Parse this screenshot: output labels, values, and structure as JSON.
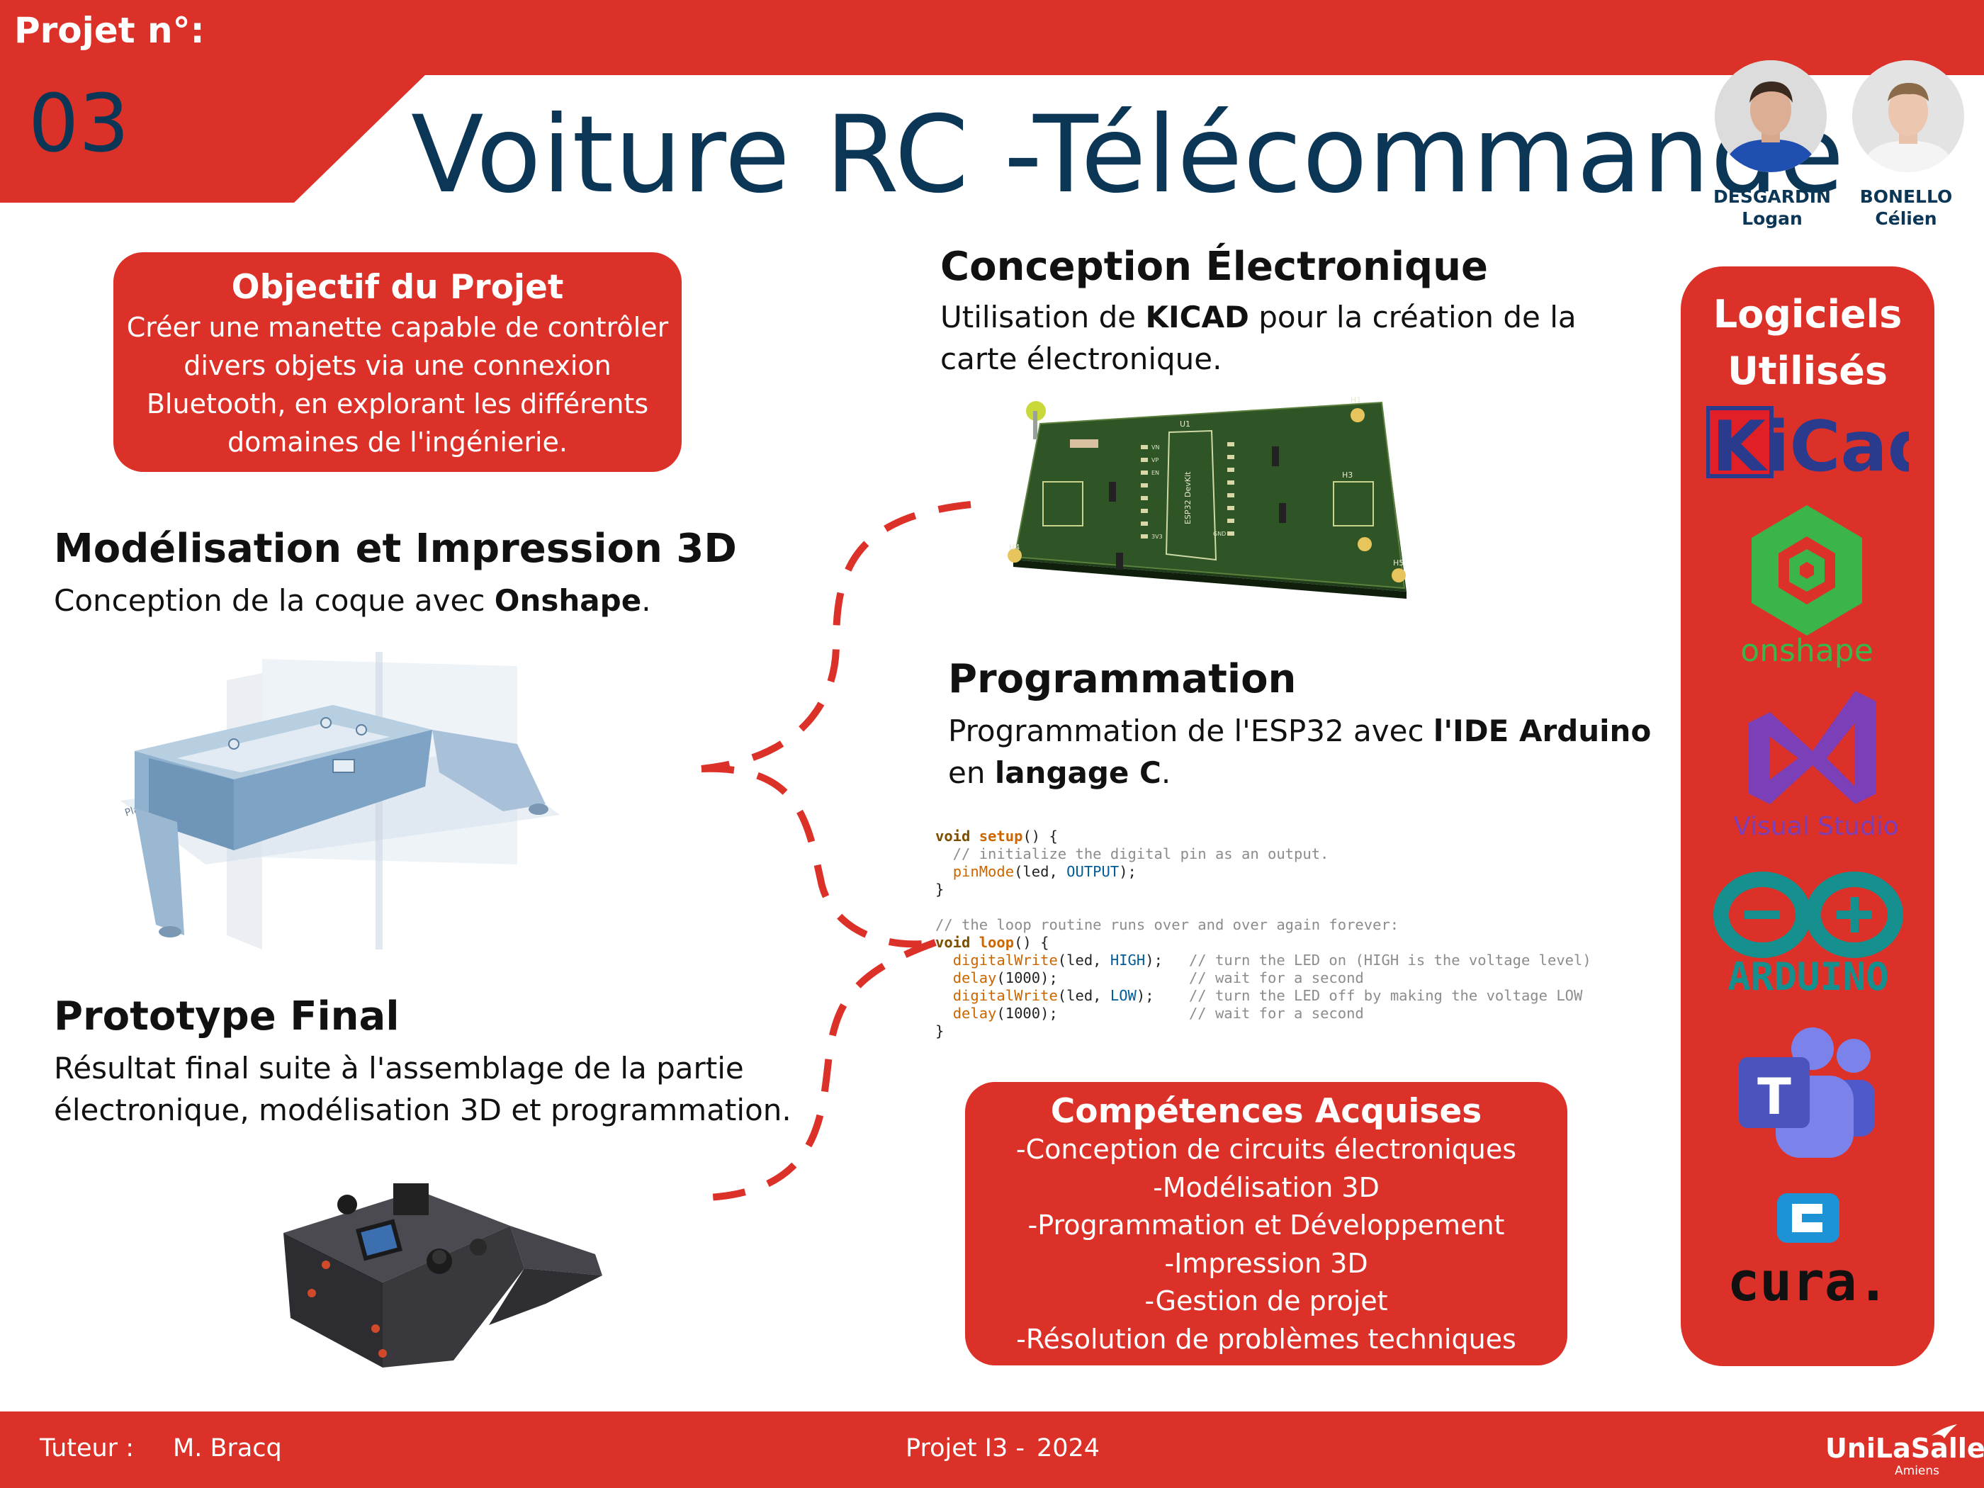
{
  "header": {
    "projet_label": "Projet n°:",
    "projet_number": "03",
    "title": "Voiture RC -Télécommande"
  },
  "team": [
    {
      "last_name": "DESGARDIN",
      "first_name": "Logan"
    },
    {
      "last_name": "BONELLO",
      "first_name": "Célien"
    }
  ],
  "objectif": {
    "title": "Objectif du Projet",
    "lines": [
      "Créer une manette capable de contrôler",
      "divers objets via une connexion",
      "Bluetooth, en explorant les différents",
      "domaines de l'ingénierie."
    ]
  },
  "modelisation": {
    "title": "Modélisation et Impression 3D",
    "text_prefix": "Conception de la coque avec ",
    "text_bold": "Onshape",
    "text_suffix": ".",
    "plane_label": "Plane 1"
  },
  "prototype": {
    "title": "Prototype Final",
    "line1": "Résultat final suite à l'assemblage de la partie",
    "line2": "électronique, modélisation 3D et programmation."
  },
  "electronique": {
    "title": "Conception Électronique",
    "line1_prefix": "Utilisation de ",
    "line1_bold": "KICAD",
    "line1_suffix": " pour la création de la",
    "line2": "carte électronique."
  },
  "programmation": {
    "title": "Programmation",
    "line1_prefix": "Programmation de l'ESP32 avec ",
    "line1_bold": "l'IDE Arduino",
    "line2_prefix": "en ",
    "line2_bold": "langage C",
    "line2_suffix": "."
  },
  "code": {
    "l1_kw": "void",
    "l1_fn": "setup",
    "l1_rest": "() {",
    "l2_cm": "  // initialize the digital pin as an output.",
    "l3_fn": "pinMode",
    "l3_a": "(led, ",
    "l3_c": "OUTPUT",
    "l3_b": ");",
    "l4": "}",
    "l6_cm": "// the loop routine runs over and over again forever:",
    "l7_kw": "void",
    "l7_fn": "loop",
    "l7_rest": "() {",
    "l8_fn": "digitalWrite",
    "l8_a": "(led, ",
    "l8_c": "HIGH",
    "l8_b": ");   ",
    "l8_cm": "// turn the LED on (HIGH is the voltage level)",
    "l9_fn": "delay",
    "l9_a": "(1000);               ",
    "l9_cm": "// wait for a second",
    "l10_fn": "digitalWrite",
    "l10_a": "(led, ",
    "l10_c": "LOW",
    "l10_b": ");    ",
    "l10_cm": "// turn the LED off by making the voltage LOW",
    "l11_fn": "delay",
    "l11_a": "(1000);               ",
    "l11_cm": "// wait for a second",
    "l12": "}"
  },
  "competences": {
    "title": "Compétences Acquises",
    "items": [
      "-Conception de circuits électroniques",
      "-Modélisation 3D",
      "-Programmation et Développement",
      "-Impression 3D",
      "-Gestion de projet",
      "-Résolution de problèmes techniques"
    ]
  },
  "logiciels": {
    "title_line1": "Logiciels",
    "title_line2": "Utilisés",
    "kicad": "KiCad",
    "onshape": "onshape",
    "visual_studio": "Visual Studio",
    "arduino": "ARDUINO",
    "teams_letter": "T",
    "cura": "cura."
  },
  "pcb_labels": [
    "H1",
    "H3",
    "H5",
    "H4",
    "U1",
    "ESP32 DevKit",
    "VN",
    "VP",
    "EN",
    "3V3",
    "GND"
  ],
  "footer": {
    "tuteur_label": "Tuteur :",
    "tuteur_name": "M. Bracq",
    "projet_label": "Projet I3 -",
    "year": "2024",
    "school": "UniLaSalle",
    "campus": "Amiens"
  },
  "colors": {
    "primary_red": "#dc3128",
    "dark_blue": "#0c3656",
    "white": "#ffffff"
  }
}
